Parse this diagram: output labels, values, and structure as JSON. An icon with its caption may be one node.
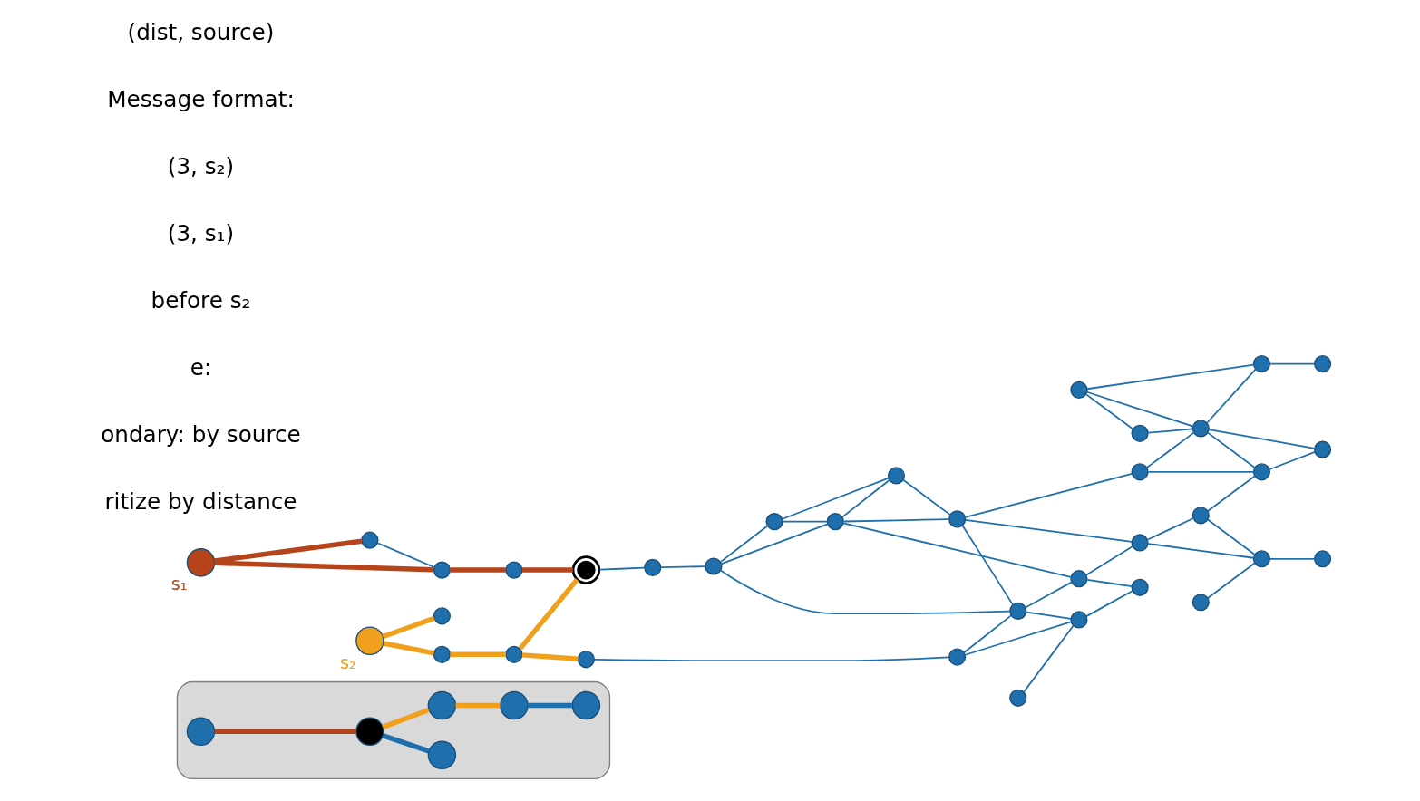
{
  "diagram": {
    "nodes": [
      {
        "text": [],
        "shape": "cloud"
      },
      {
        "text": [],
        "shape": "circle",
        "in": 0
      },
      {
        "text": [],
        "shape": "circle",
        "in": 0
      },
      {
        "text": [],
        "shape": "circle",
        "in": 0
      },
      {
        "text": [],
        "shape": "circle",
        "in": 0
      },
      {
        "text": [],
        "shape": "circle",
        "in": 0
      },
      {
        "text": [],
        "shape": "circle",
        "in": 0
      },
      {
        "text": [],
        "shape": "circle"
      },
      {
        "text": [],
        "shape": "circle"
      },
      {
        "text": [],
        "shape": "circle"
      },
      {
        "text": [],
        "shape": "circle"
      },
      {
        "text": [],
        "shape": "circle"
      },
      {
        "text": [],
        "shape": "circle",
        "beside": [
          "s₁"
        ]
      },
      {
        "text": [],
        "shape": "circle"
      },
      {
        "text": [],
        "shape": "circle"
      },
      {
        "text": [],
        "shape": "circle"
      },
      {
        "text": [],
        "shape": "circle"
      },
      {
        "text": [],
        "shape": "circle"
      },
      {
        "text": [],
        "shape": "circle"
      },
      {
        "text": [],
        "shape": "circle"
      },
      {
        "text": [],
        "shape": "circle"
      },
      {
        "text": [],
        "shape": "circle"
      },
      {
        "text": [],
        "shape": "circle"
      },
      {
        "text": [],
        "shape": "circle"
      },
      {
        "text": [],
        "shape": "circle",
        "beside": [
          "s₂"
        ]
      },
      {
        "text": [],
        "shape": "circle"
      },
      {
        "text": [],
        "shape": "circle"
      },
      {
        "text": [],
        "shape": "circle"
      },
      {
        "text": [],
        "shape": "circle"
      },
      {
        "text": [],
        "shape": "circle"
      },
      {
        "text": [],
        "shape": "circle"
      },
      {
        "text": [],
        "shape": "circle"
      },
      {
        "text": [],
        "shape": "circle"
      },
      {
        "text": [],
        "shape": "circle"
      },
      {
        "text": [],
        "shape": "circle"
      },
      {
        "text": [],
        "shape": "circle"
      },
      {
        "text": [],
        "shape": "circle"
      },
      {
        "text": [],
        "shape": "circle"
      },
      {
        "text": [],
        "shape": "circle"
      },
      {
        "text": [],
        "shape": "circle"
      },
      {
        "text": [],
        "shape": "circle"
      },
      {
        "text": [],
        "shape": "circle"
      }
    ],
    "edges": [
      {
        "from": 1,
        "to": 2,
        "arrow": "none",
        "style": "thick",
        "color": "#b5441a"
      },
      {
        "from": 2,
        "to": 3,
        "arrow": "none",
        "style": "thick"
      },
      {
        "from": 2,
        "to": 4,
        "arrow": "none",
        "style": "thick",
        "color": "#f0a01c"
      },
      {
        "from": 4,
        "to": 5,
        "arrow": "none",
        "style": "thick",
        "color": "#f0a01c"
      },
      {
        "from": 5,
        "to": 6,
        "arrow": "none",
        "style": "thick"
      },
      {
        "from": 12,
        "to": 7,
        "arrow": "none",
        "style": "thick",
        "color": "#b5441a"
      },
      {
        "from": 7,
        "to": 13,
        "arrow": "none"
      },
      {
        "from": 12,
        "to": 13,
        "arrow": "none",
        "style": "thick",
        "color": "#b5441a"
      },
      {
        "from": 13,
        "to": 14,
        "arrow": "none",
        "style": "thick",
        "color": "#b5441a"
      },
      {
        "from": 14,
        "to": 15,
        "arrow": "none",
        "style": "thick",
        "color": "#b5441a"
      },
      {
        "from": 15,
        "to": 16,
        "arrow": "none"
      },
      {
        "from": 16,
        "to": 17,
        "arrow": "none"
      },
      {
        "from": 17,
        "to": 18,
        "arrow": "none"
      },
      {
        "from": 18,
        "to": 19,
        "arrow": "none"
      },
      {
        "from": 19,
        "to": 20,
        "arrow": "none"
      },
      {
        "from": 20,
        "to": 21,
        "arrow": "none"
      },
      {
        "from": 21,
        "to": 22,
        "arrow": "none"
      },
      {
        "from": 22,
        "to": 23,
        "arrow": "none"
      },
      {
        "from": 17,
        "to": 8,
        "arrow": "none"
      },
      {
        "from": 8,
        "to": 9,
        "arrow": "none"
      },
      {
        "from": 8,
        "to": 18,
        "arrow": "none"
      },
      {
        "from": 18,
        "to": 9,
        "arrow": "none"
      },
      {
        "from": 9,
        "to": 19,
        "arrow": "none"
      },
      {
        "from": 10,
        "to": 11,
        "arrow": "none"
      },
      {
        "from": 10,
        "to": 21,
        "arrow": "none"
      },
      {
        "from": 11,
        "to": 21,
        "arrow": "none"
      },
      {
        "from": 10,
        "to": 22,
        "arrow": "none"
      },
      {
        "from": 17,
        "to": 29,
        "arrow": "none"
      },
      {
        "from": 18,
        "to": 30,
        "arrow": "none"
      },
      {
        "from": 19,
        "to": 29,
        "arrow": "none"
      },
      {
        "from": 19,
        "to": 31,
        "arrow": "none"
      },
      {
        "from": 20,
        "to": 33,
        "arrow": "none"
      },
      {
        "from": 21,
        "to": 33,
        "arrow": "none"
      },
      {
        "from": 21,
        "to": 34,
        "arrow": "none"
      },
      {
        "from": 24,
        "to": 25,
        "arrow": "none",
        "style": "thick",
        "color": "#f0a01c"
      },
      {
        "from": 25,
        "to": 26,
        "arrow": "none",
        "style": "thick",
        "color": "#f0a01c"
      },
      {
        "from": 26,
        "to": 27,
        "arrow": "none",
        "style": "thick",
        "color": "#f0a01c"
      },
      {
        "from": 26,
        "to": 15,
        "arrow": "none",
        "style": "thick",
        "color": "#f0a01c"
      },
      {
        "from": 24,
        "to": 35,
        "arrow": "none",
        "style": "thick",
        "color": "#f0a01c"
      },
      {
        "from": 27,
        "to": 28,
        "arrow": "none"
      },
      {
        "from": 28,
        "to": 29,
        "arrow": "none"
      },
      {
        "from": 29,
        "to": 30,
        "arrow": "none"
      },
      {
        "from": 30,
        "to": 31,
        "arrow": "none"
      },
      {
        "from": 31,
        "to": 32,
        "arrow": "none"
      },
      {
        "from": 32,
        "to": 33,
        "arrow": "none"
      },
      {
        "from": 33,
        "to": 34,
        "arrow": "none"
      },
      {
        "from": 28,
        "to": 37,
        "arrow": "none"
      },
      {
        "from": 29,
        "to": 37,
        "arrow": "none"
      },
      {
        "from": 30,
        "to": 38,
        "arrow": "none"
      },
      {
        "from": 31,
        "to": 40,
        "arrow": "none"
      },
      {
        "from": 32,
        "to": 40,
        "arrow": "none"
      },
      {
        "from": 36,
        "to": 37,
        "arrow": "none"
      },
      {
        "from": 37,
        "to": 38,
        "arrow": "none"
      },
      {
        "from": 39,
        "to": 40,
        "arrow": "none"
      },
      {
        "from": 40,
        "to": 41,
        "arrow": "none"
      }
    ],
    "labels": [
      "ritize by distance",
      "ondary: by source",
      "e:",
      "before s₂",
      "(3, s₁)",
      "(3, s₂)",
      "Message format:",
      "(dist, source)"
    ]
  }
}
